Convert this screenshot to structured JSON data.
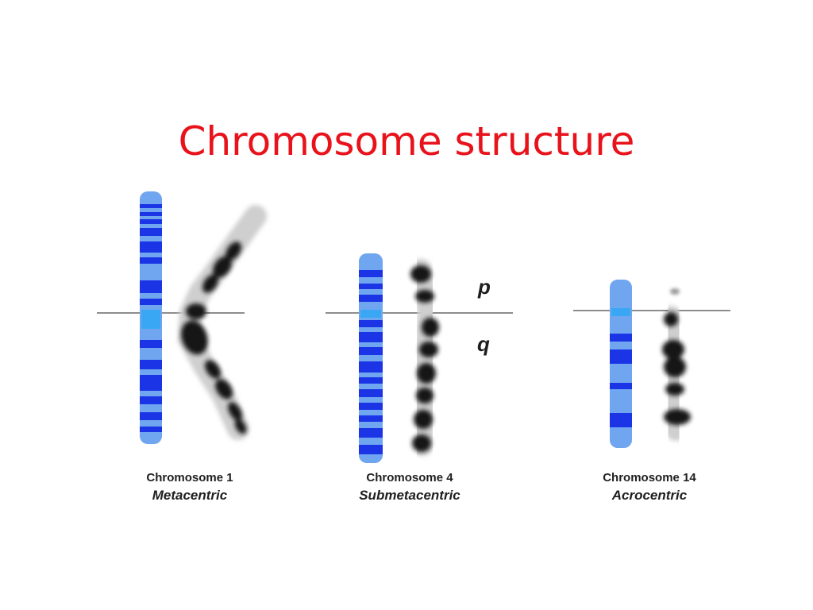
{
  "title": "Chromosome structure",
  "colors": {
    "title": "#e8121b",
    "chromatid_light": "#6fa6ef",
    "band_dark": "#1b35e6",
    "centromere": "#3aa7f5",
    "midline": "#8d8d8d",
    "stain": "#141414"
  },
  "arm_labels": {
    "p": "p",
    "q": "q"
  },
  "chromosomes": [
    {
      "name": "Chromosome 1",
      "type": "Metacentric"
    },
    {
      "name": "Chromosome 4",
      "type": "Submetacentric"
    },
    {
      "name": "Chromosome 14",
      "type": "Acrocentric"
    }
  ]
}
